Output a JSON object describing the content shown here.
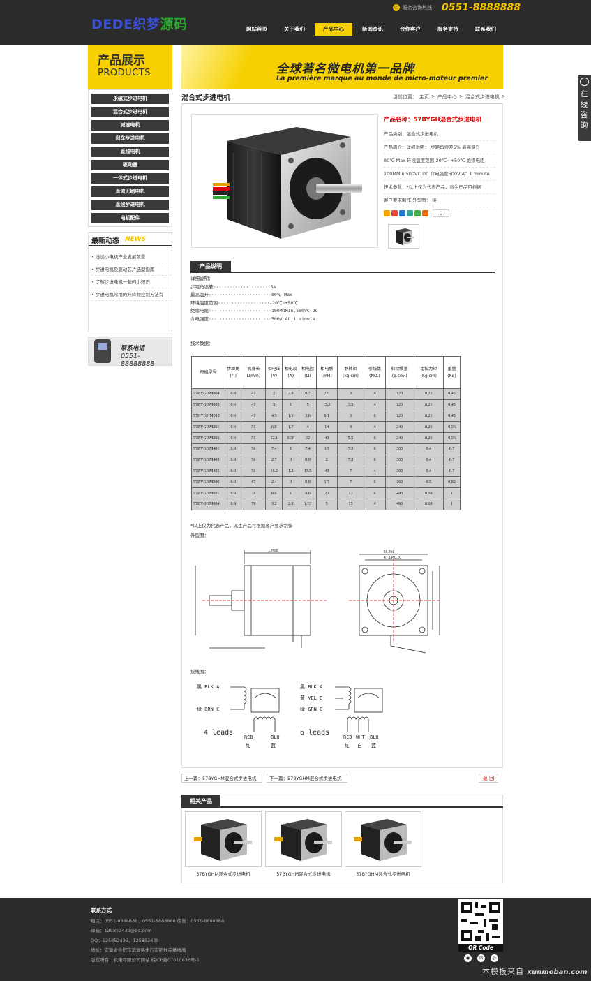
{
  "header": {
    "logo_part1": "DEDE织梦",
    "logo_part2": "源码",
    "hotline_label": "服务咨询热线：",
    "hotline_number": "0551-8888888",
    "nav": [
      "网站首页",
      "关于我们",
      "产品中心",
      "新闻资讯",
      "合作客户",
      "服务支持",
      "联系我们"
    ],
    "nav_active": "产品中心"
  },
  "sidebar": {
    "category_title_cn": "产品展示",
    "category_title_en": "PRODUCTS",
    "categories": [
      "永磁式步进电机",
      "混合式步进电机",
      "减速电机",
      "刹车步进电机",
      "直线电机",
      "驱动器",
      "一体式步进电机",
      "直流无刷电机",
      "直线步进电机",
      "电机配件"
    ],
    "news_title": "最新动态",
    "news_title_en": "NEWS",
    "news": [
      "浅谈小电机产业发展前景",
      "步进电机及驱动芯片选型指南",
      "了解步进电机一些的小知识",
      "步进电机常用的升降频控制方法有"
    ],
    "contact_title": "联系电话",
    "contact_phone": "0551-88888888"
  },
  "banner": {
    "headline": "全球著名微电机第一品牌",
    "subline": "La première marque au monde de micro-moteur premier"
  },
  "page": {
    "title": "混合式步进电机",
    "breadcrumb": [
      "当前位置：",
      "主页",
      ">",
      "产品中心",
      ">",
      "混合式步进电机",
      ">"
    ]
  },
  "product": {
    "name_label": "产品名称：",
    "name": "57BYGH混合式步进电机",
    "category": "产品类别：混合式步进电机",
    "summary1": "产品简介：详细说明：  步距角误差5%  最高温升",
    "summary2": "80℃ Max  环境温度范围-20℃~+50℃  绝缘电阻",
    "summary3": "100MMin.500VC DC  介电强度500V AC 1 minute",
    "summary4": "技术参数：*以上仅为代表产品，派生产品可根据",
    "summary5": "客户要求制作  外型图：  接",
    "share_count": "0"
  },
  "description": {
    "tab": "产品说明",
    "lines": [
      "详细说明：",
      "步距角误差·····················5%",
      "最高温升·······················80℃ Max",
      "环境温度范围···················-20℃~+50℃",
      "绝缘电阻·······················100MΩMin.500VC DC",
      "介电强度·······················500V AC 1 minute"
    ],
    "tech_label": "技术数据：",
    "note": "*以上仅为代表产品，派生产品可根据客户要求制作",
    "dim_label": "外型图：",
    "wire_label": "接线图："
  },
  "spec_table": {
    "headers": [
      "电机型号",
      "步距角 (° )",
      "机身长 L(mm)",
      "相电压 (V)",
      "相电流 (A)",
      "相电阻 (Ω)",
      "相电感 (mH)",
      "静转矩 (kg.cm)",
      "引线数 (NO.)",
      "转动惯量 (g.cm²)",
      "定位力矩 (Kg.cm)",
      "重量 (Kg)"
    ],
    "rows": [
      [
        "57BYGHM004",
        "0.9",
        "41",
        "2",
        "2.8",
        "0.7",
        "2.9",
        "3",
        "4",
        "120",
        "0.21",
        "0.45"
      ],
      [
        "57BYGHM005",
        "0.9",
        "41",
        "5",
        "1",
        "5",
        "15.2",
        "3.5",
        "4",
        "120",
        "0.21",
        "0.45"
      ],
      [
        "57HYGHM012",
        "0.9",
        "41",
        "4.3",
        "1.1",
        "3.6",
        "6.1",
        "3",
        "6",
        "120",
        "0.21",
        "0.45"
      ],
      [
        "57BYGHM201",
        "0.9",
        "51",
        "6.8",
        "1.7",
        "4",
        "14",
        "9",
        "4",
        "240",
        "0.26",
        "0.56"
      ],
      [
        "57BYGHM203",
        "0.9",
        "51",
        "12.1",
        "0.38",
        "32",
        "40",
        "5.5",
        "6",
        "240",
        "0.26",
        "0.56"
      ],
      [
        "57BYGHM401",
        "0.9",
        "56",
        "7.4",
        "1",
        "7.4",
        "15",
        "7.3",
        "6",
        "300",
        "0.4",
        "0.7"
      ],
      [
        "57BYGHM403",
        "0.9",
        "56",
        "2.7",
        "3",
        "0.9",
        "2",
        "7.2",
        "6",
        "300",
        "0.4",
        "0.7"
      ],
      [
        "57BYGHM405",
        "0.9",
        "56",
        "16.2",
        "1.2",
        "13.5",
        "49",
        "7",
        "4",
        "300",
        "0.4",
        "0.7"
      ],
      [
        "57BYGHM500",
        "0.9",
        "67",
        "2.4",
        "3",
        "0.8",
        "1.7",
        "7",
        "6",
        "360",
        "0.5",
        "0.82"
      ],
      [
        "57BYGHM601",
        "0.9",
        "78",
        "8.6",
        "1",
        "8.6",
        "20",
        "13",
        "6",
        "480",
        "0.68",
        "1"
      ],
      [
        "57BYGHM604",
        "0.9",
        "78",
        "3.2",
        "2.8",
        "1.13",
        "5",
        "15",
        "4",
        "480",
        "0.68",
        "1"
      ]
    ]
  },
  "drawing": {
    "dim_lmax": "L max",
    "dim_flange": "56.4±1",
    "dim_holes": "47.14±0.20",
    "wire4_title": "4 leads",
    "wire6_title": "6 leads",
    "wire4_labels": [
      "黑 BLK A",
      "绿 GRN C",
      "RED",
      "BLU",
      "红",
      "蓝"
    ],
    "wire6_labels": [
      "黑 BLK A",
      "黄 YEL O",
      "绿 GRN C",
      "RED",
      "WHT",
      "BLU",
      "红",
      "白",
      "蓝"
    ]
  },
  "pager": {
    "prev": "上一篇：57BYGHM混合式步进电机",
    "next": "下一篇：57BYGHM混合式步进电机",
    "back": "返 回"
  },
  "related": {
    "title": "相关产品",
    "items": [
      "57BYGHM混合式步进电机",
      "57BYGHM混合式步进电机",
      "57BYGHM混合式步进电机"
    ]
  },
  "footer": {
    "title": "联系方式",
    "lines": [
      "电话：0551-8888888，0551-8888888  传真：0551-8888888",
      "邮箱：125852439@qq.com",
      "QQ：125852439，125852439",
      "地址：安徽省合肥市滨湖路步行街明数寺楼楼阁",
      "版权所有：机电有限公司网站  皖ICP备07010836号-1"
    ],
    "qr_label": "QR Code",
    "watermark_cn": "本模板来自",
    "watermark_en": "xunmoban.com"
  },
  "float_service": {
    "text": "在线咨询"
  }
}
